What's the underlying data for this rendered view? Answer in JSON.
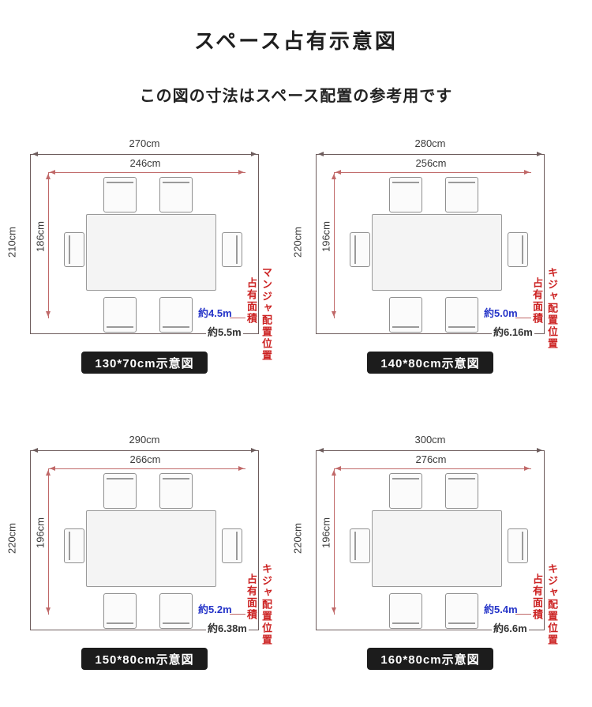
{
  "title": "スペース占有示意図",
  "subtitle": "この図の寸法はスペース配置の参考用です",
  "colors": {
    "dimension_line_red": "#c06868",
    "outline_dark": "#6d5c5c",
    "label_red": "#cc2222",
    "value_blue": "#2433c8",
    "caption_bg": "#1c1c1c"
  },
  "diagrams": [
    {
      "caption": "130*70cm示意図",
      "outer_width": "270cm",
      "inner_width": "246cm",
      "outer_height": "210cm",
      "inner_height": "186cm",
      "occupied_area_label": "占有面積",
      "position_label": "マンジャ配置位置",
      "occupied_value": "約4.5m",
      "total_value": "約5.5m"
    },
    {
      "caption": "140*80cm示意図",
      "outer_width": "280cm",
      "inner_width": "256cm",
      "outer_height": "220cm",
      "inner_height": "196cm",
      "occupied_area_label": "占有面積",
      "position_label": "キジャ配置位置",
      "occupied_value": "約5.0m",
      "total_value": "約6.16m"
    },
    {
      "caption": "150*80cm示意図",
      "outer_width": "290cm",
      "inner_width": "266cm",
      "outer_height": "220cm",
      "inner_height": "196cm",
      "occupied_area_label": "占有面積",
      "position_label": "キジャ配置位置",
      "occupied_value": "約5.2m",
      "total_value": "約6.38m"
    },
    {
      "caption": "160*80cm示意図",
      "outer_width": "300cm",
      "inner_width": "276cm",
      "outer_height": "220cm",
      "inner_height": "196cm",
      "occupied_area_label": "占有面積",
      "position_label": "キジャ配置位置",
      "occupied_value": "約5.4m",
      "total_value": "約6.6m"
    }
  ]
}
